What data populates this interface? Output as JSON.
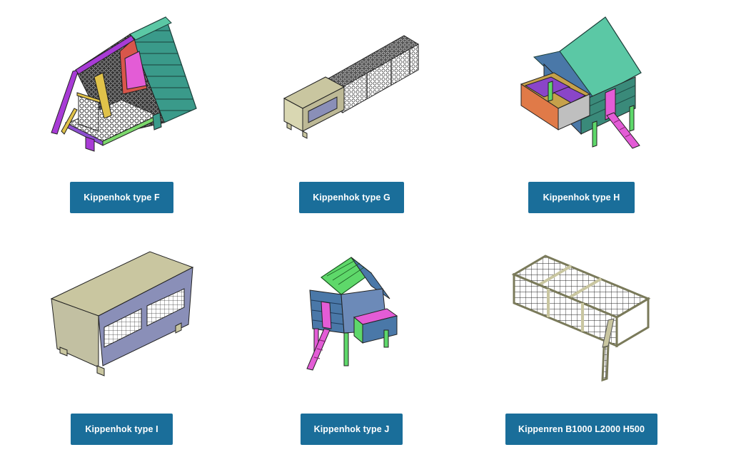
{
  "products": [
    {
      "label": "Kippenhok type F",
      "image": "a-frame-chicken-coop-drawing"
    },
    {
      "label": "Kippenhok type G",
      "image": "long-chicken-coop-with-run-drawing"
    },
    {
      "label": "Kippenhok type H",
      "image": "chicken-coop-with-nest-box-and-ladder-drawing"
    },
    {
      "label": "Kippenhok type I",
      "image": "box-chicken-coop-drawing"
    },
    {
      "label": "Kippenhok type J",
      "image": "small-elevated-chicken-coop-drawing"
    },
    {
      "label": "Kippenren B1000 L2000 H500",
      "image": "chicken-run-frame-with-open-door-drawing"
    }
  ]
}
